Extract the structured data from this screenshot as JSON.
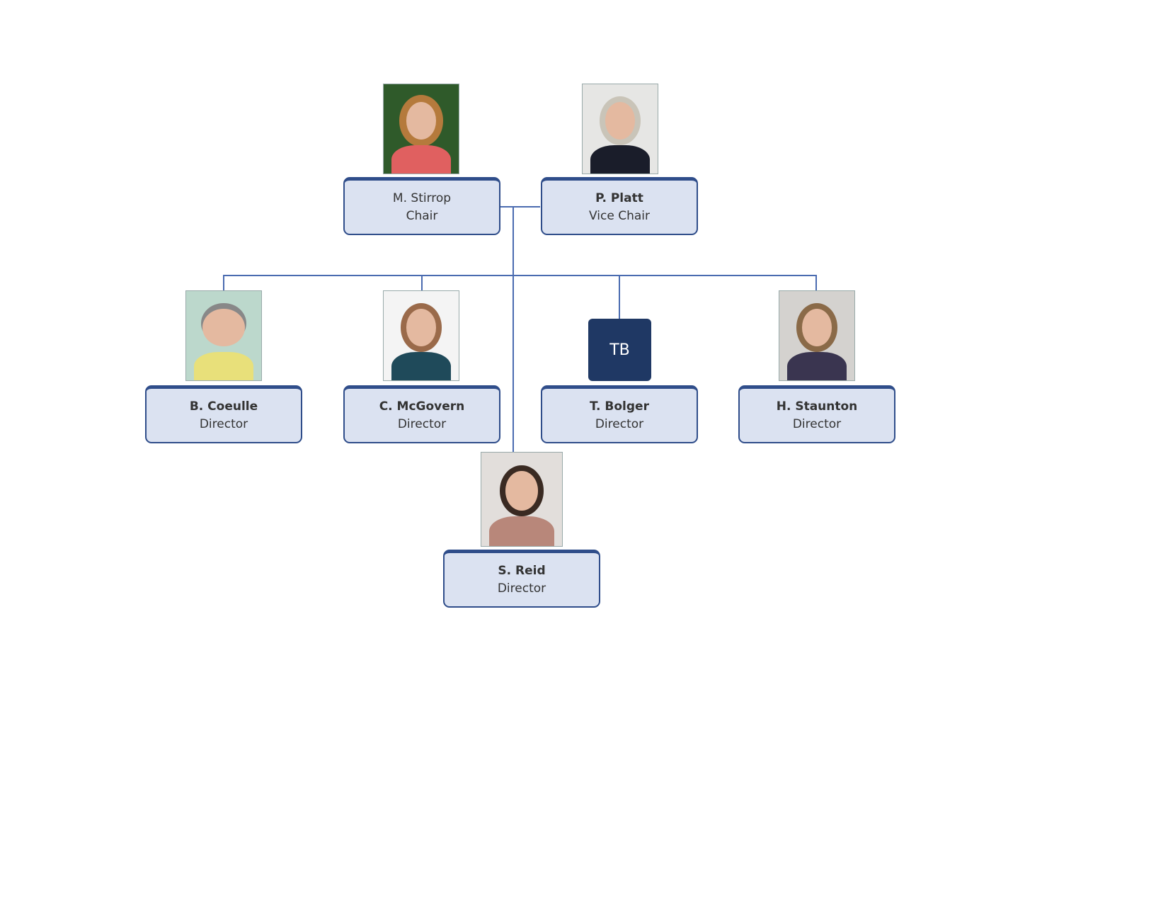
{
  "members": [
    {
      "name": "M. Stirrop",
      "role": "Chair"
    },
    {
      "name": "P. Platt",
      "role": "Vice Chair"
    },
    {
      "name": "B. Coeulle",
      "role": "Director"
    },
    {
      "name": "C. McGovern",
      "role": "Director"
    },
    {
      "name": "T. Bolger",
      "role": "Director",
      "initials": "TB"
    },
    {
      "name": "H. Staunton",
      "role": "Director"
    },
    {
      "name": "S. Reid",
      "role": "Director"
    }
  ],
  "colors": {
    "box_fill": "#dbe2f1",
    "box_border": "#2f4d8a",
    "connector": "#4a6bb0",
    "initials_bg": "#1f3864"
  }
}
